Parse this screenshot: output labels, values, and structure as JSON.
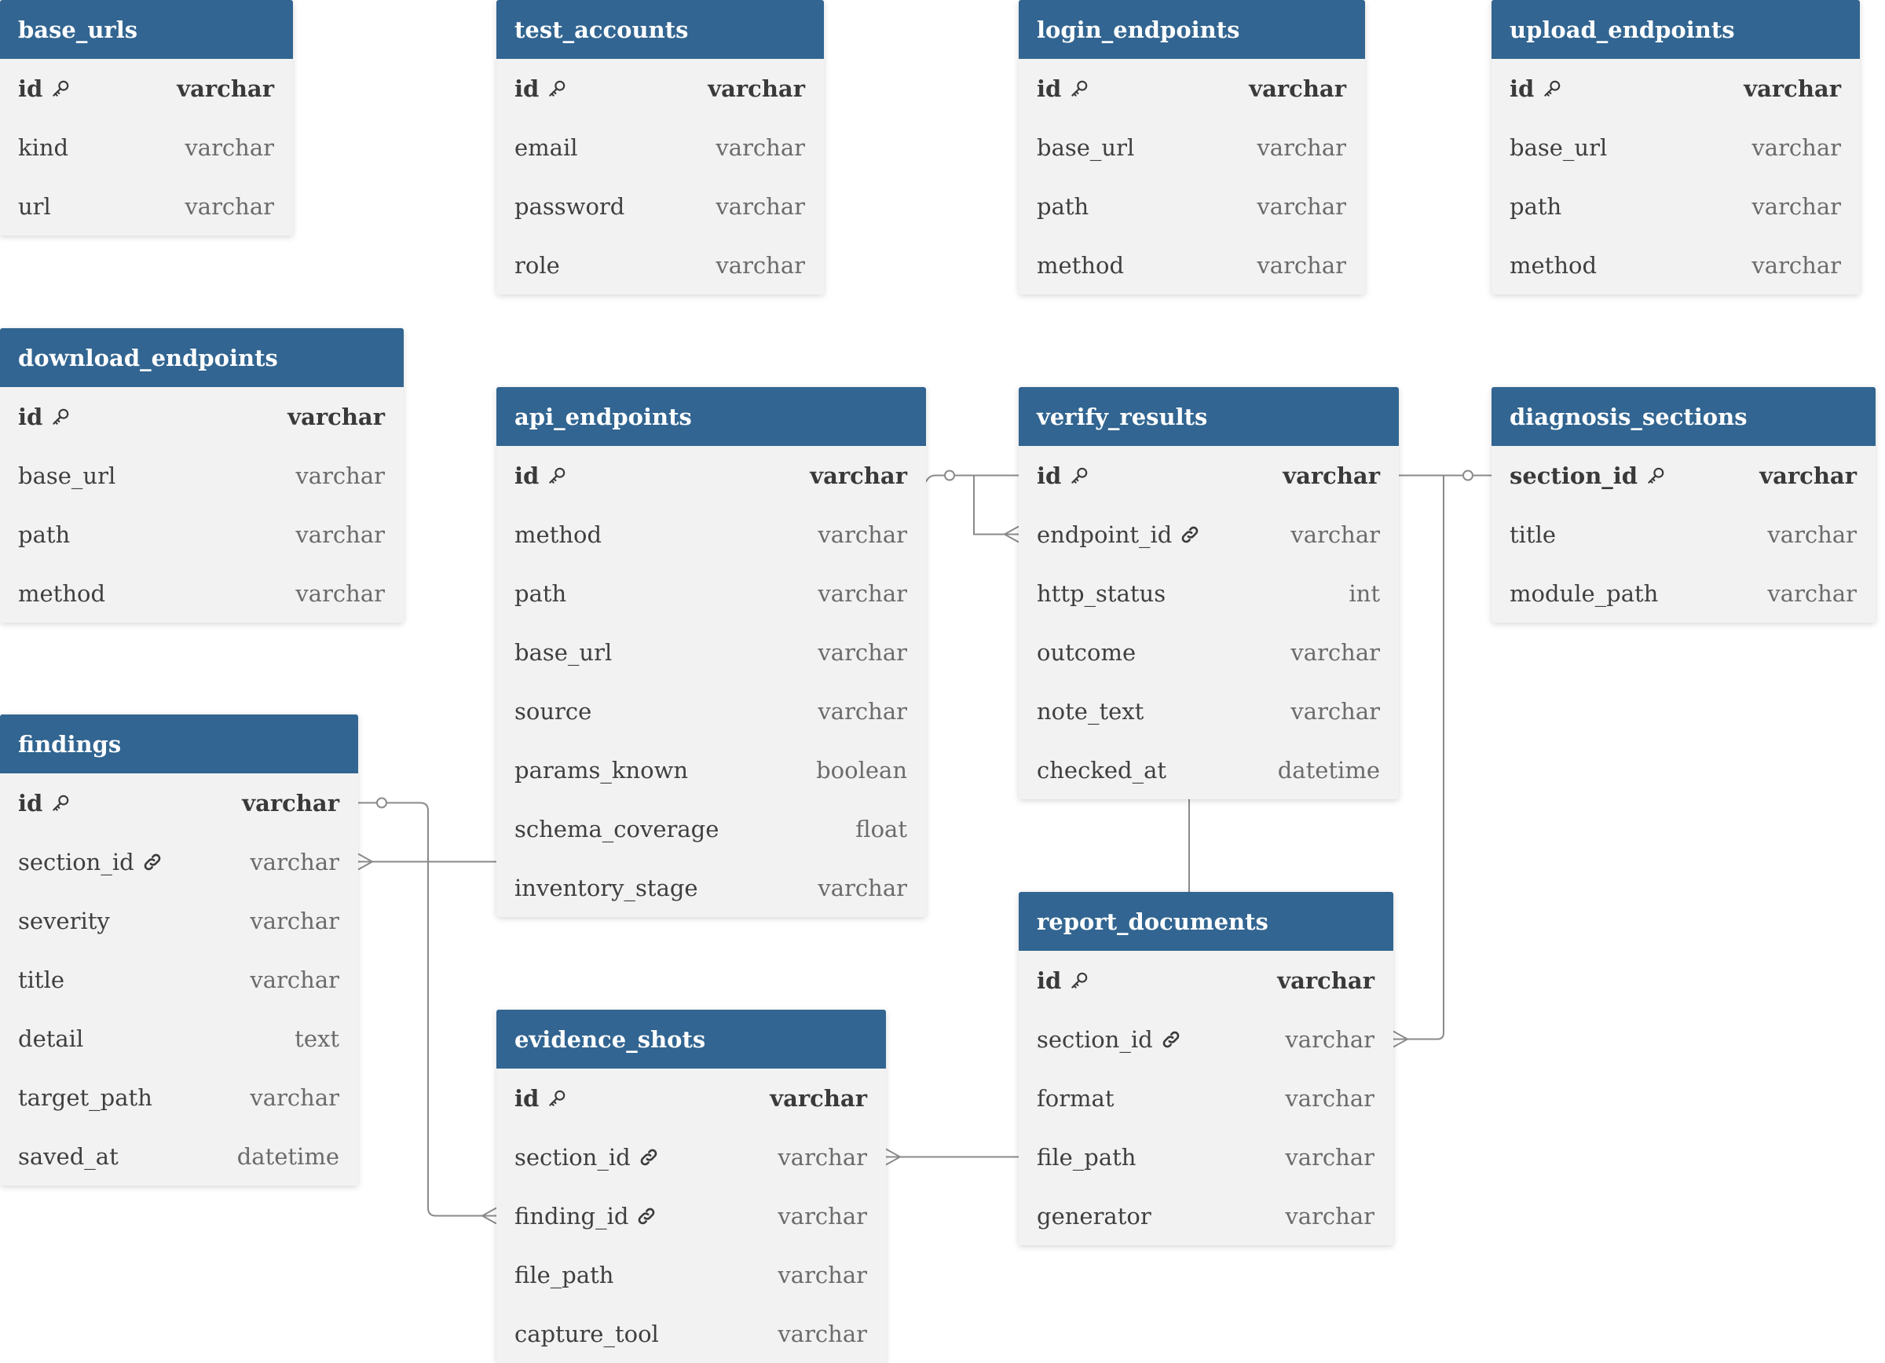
{
  "tables": [
    {
      "id": "base_urls",
      "name": "base_urls",
      "columns": [
        {
          "name": "id",
          "type": "varchar",
          "pk": true
        },
        {
          "name": "kind",
          "type": "varchar"
        },
        {
          "name": "url",
          "type": "varchar"
        }
      ]
    },
    {
      "id": "test_accounts",
      "name": "test_accounts",
      "columns": [
        {
          "name": "id",
          "type": "varchar",
          "pk": true
        },
        {
          "name": "email",
          "type": "varchar"
        },
        {
          "name": "password",
          "type": "varchar"
        },
        {
          "name": "role",
          "type": "varchar"
        }
      ]
    },
    {
      "id": "login_endpoints",
      "name": "login_endpoints",
      "columns": [
        {
          "name": "id",
          "type": "varchar",
          "pk": true
        },
        {
          "name": "base_url",
          "type": "varchar"
        },
        {
          "name": "path",
          "type": "varchar"
        },
        {
          "name": "method",
          "type": "varchar"
        }
      ]
    },
    {
      "id": "upload_endpoints",
      "name": "upload_endpoints",
      "columns": [
        {
          "name": "id",
          "type": "varchar",
          "pk": true
        },
        {
          "name": "base_url",
          "type": "varchar"
        },
        {
          "name": "path",
          "type": "varchar"
        },
        {
          "name": "method",
          "type": "varchar"
        }
      ]
    },
    {
      "id": "download_endpoints",
      "name": "download_endpoints",
      "columns": [
        {
          "name": "id",
          "type": "varchar",
          "pk": true
        },
        {
          "name": "base_url",
          "type": "varchar"
        },
        {
          "name": "path",
          "type": "varchar"
        },
        {
          "name": "method",
          "type": "varchar"
        }
      ]
    },
    {
      "id": "api_endpoints",
      "name": "api_endpoints",
      "columns": [
        {
          "name": "id",
          "type": "varchar",
          "pk": true
        },
        {
          "name": "method",
          "type": "varchar"
        },
        {
          "name": "path",
          "type": "varchar"
        },
        {
          "name": "base_url",
          "type": "varchar"
        },
        {
          "name": "source",
          "type": "varchar"
        },
        {
          "name": "params_known",
          "type": "boolean"
        },
        {
          "name": "schema_coverage",
          "type": "float"
        },
        {
          "name": "inventory_stage",
          "type": "varchar"
        }
      ]
    },
    {
      "id": "verify_results",
      "name": "verify_results",
      "columns": [
        {
          "name": "id",
          "type": "varchar",
          "pk": true
        },
        {
          "name": "endpoint_id",
          "type": "varchar",
          "fk": true
        },
        {
          "name": "http_status",
          "type": "int"
        },
        {
          "name": "outcome",
          "type": "varchar"
        },
        {
          "name": "note_text",
          "type": "varchar"
        },
        {
          "name": "checked_at",
          "type": "datetime"
        }
      ]
    },
    {
      "id": "diagnosis_sections",
      "name": "diagnosis_sections",
      "columns": [
        {
          "name": "section_id",
          "type": "varchar",
          "pk": true
        },
        {
          "name": "title",
          "type": "varchar"
        },
        {
          "name": "module_path",
          "type": "varchar"
        }
      ]
    },
    {
      "id": "findings",
      "name": "findings",
      "columns": [
        {
          "name": "id",
          "type": "varchar",
          "pk": true
        },
        {
          "name": "section_id",
          "type": "varchar",
          "fk": true
        },
        {
          "name": "severity",
          "type": "varchar"
        },
        {
          "name": "title",
          "type": "varchar"
        },
        {
          "name": "detail",
          "type": "text"
        },
        {
          "name": "target_path",
          "type": "varchar"
        },
        {
          "name": "saved_at",
          "type": "datetime"
        }
      ]
    },
    {
      "id": "report_documents",
      "name": "report_documents",
      "columns": [
        {
          "name": "id",
          "type": "varchar",
          "pk": true
        },
        {
          "name": "section_id",
          "type": "varchar",
          "fk": true
        },
        {
          "name": "format",
          "type": "varchar"
        },
        {
          "name": "file_path",
          "type": "varchar"
        },
        {
          "name": "generator",
          "type": "varchar"
        }
      ]
    },
    {
      "id": "evidence_shots",
      "name": "evidence_shots",
      "columns": [
        {
          "name": "id",
          "type": "varchar",
          "pk": true
        },
        {
          "name": "section_id",
          "type": "varchar",
          "fk": true
        },
        {
          "name": "finding_id",
          "type": "varchar",
          "fk": true
        },
        {
          "name": "file_path",
          "type": "varchar"
        },
        {
          "name": "capture_tool",
          "type": "varchar"
        }
      ]
    }
  ],
  "relationships": [
    {
      "from": "api_endpoints.id",
      "to": "verify_results.endpoint_id",
      "cardinality": "one-to-many"
    },
    {
      "from": "diagnosis_sections.section_id",
      "to": "report_documents.section_id",
      "cardinality": "one-to-many"
    },
    {
      "from": "findings.id",
      "to": "evidence_shots.finding_id",
      "cardinality": "one-to-many"
    },
    {
      "from": "api_endpoints.inventory_stage",
      "to": "findings.section_id",
      "cardinality": "one-to-many"
    },
    {
      "from": "report_documents.file_path",
      "to": "evidence_shots.section_id",
      "cardinality": "one-to-many"
    },
    {
      "from": "verify_results.checked_at",
      "to": "report_documents.id",
      "cardinality": "one-to-one"
    }
  ],
  "colors": {
    "header_bg": "#326591",
    "header_text": "#ffffff",
    "body_bg": "#f2f2f2",
    "text": "#3f3f3f",
    "type_text": "#6b6b6b",
    "connector": "#8a8a8a"
  },
  "icons": {
    "primary_key": "key-icon",
    "foreign_key": "link-icon"
  }
}
